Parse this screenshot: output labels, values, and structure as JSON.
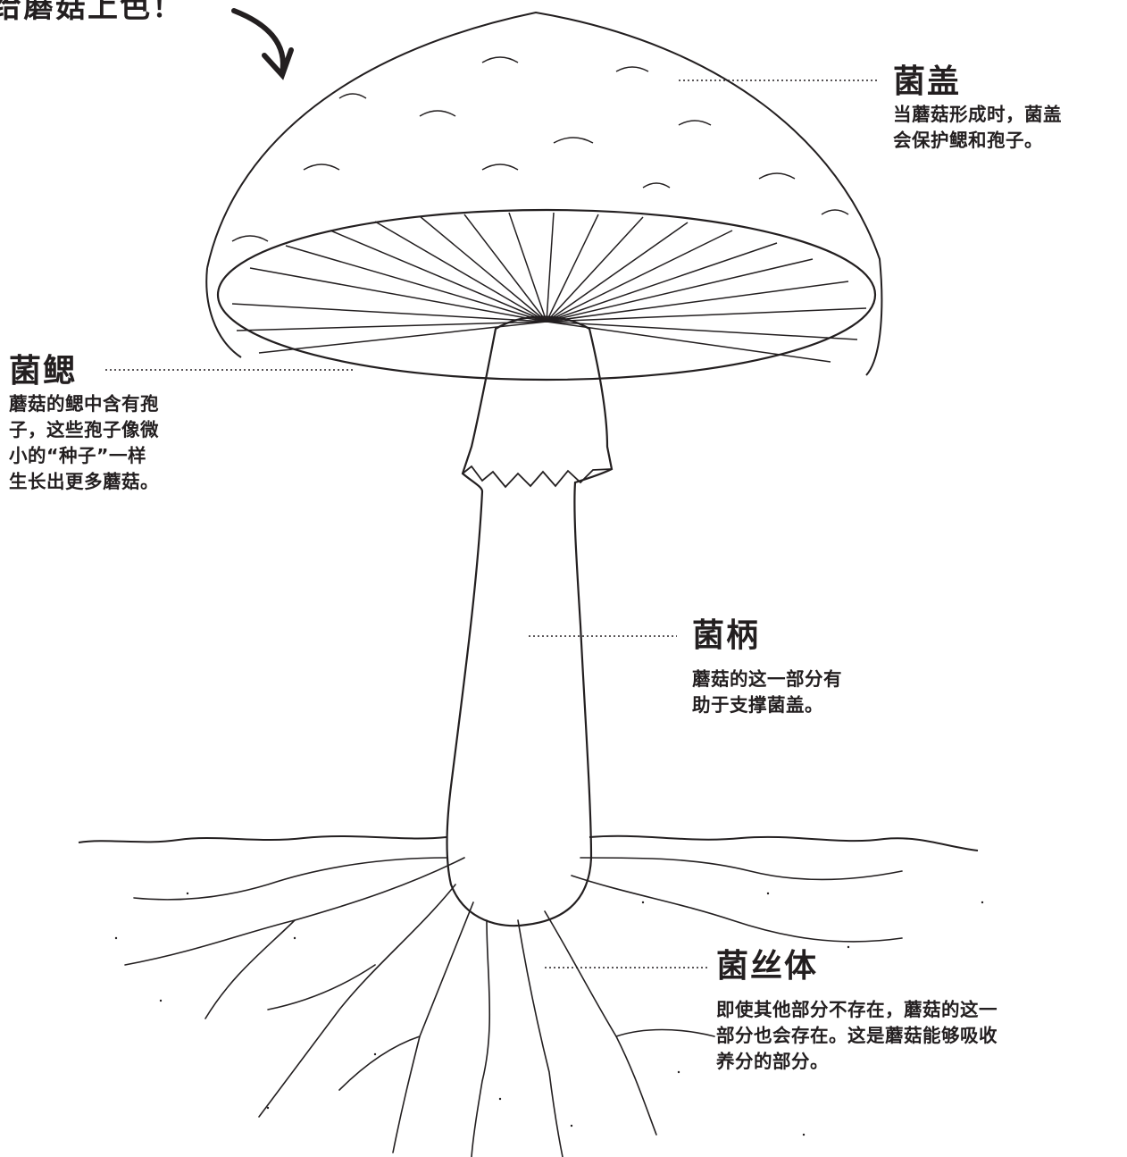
{
  "instruction": "给蘑菇上色！",
  "labels": {
    "cap": {
      "title": "菌盖",
      "desc_lines": [
        "当蘑菇形成时，菌盖",
        "会保护鳃和孢子。"
      ]
    },
    "gills": {
      "title": "菌鳃",
      "desc_lines": [
        "蘑菇的鳃中含有孢",
        "子，这些孢子像微",
        "小的“种子”一样",
        "生长出更多蘑菇。"
      ]
    },
    "stem": {
      "title": "菌柄",
      "desc_lines": [
        "蘑菇的这一部分有",
        "助于支撑菌盖。"
      ]
    },
    "mycelium": {
      "title": "菌丝体",
      "desc_lines": [
        "即使其他部分不存在，蘑菇的这一",
        "部分也会存在。这是蘑菇能够吸收",
        "养分的部分。"
      ]
    }
  },
  "colors": {
    "ink": "#231f20",
    "background": "#ffffff",
    "leader": "#231f20"
  }
}
